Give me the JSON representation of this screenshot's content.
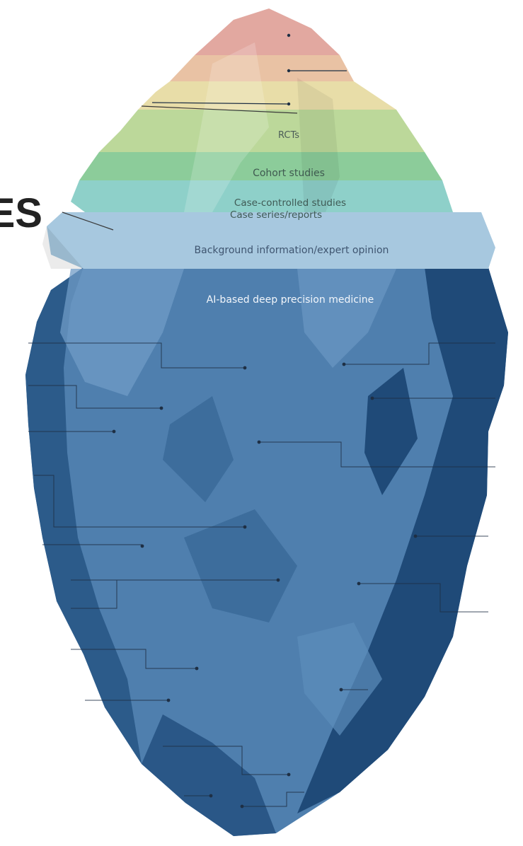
{
  "partial_heading": "ES",
  "tip_layers": {
    "colors": [
      "#e2a8a0",
      "#e9c2a4",
      "#e8dda8",
      "#d6e0a4",
      "#bcd89a",
      "#8ccc9a",
      "#8ed0c9",
      "#a7c8df"
    ]
  },
  "labels": {
    "rcts": "RCTs",
    "cohort": "Cohort studies",
    "case_controlled": "Case-controlled studies",
    "case_series": "Case series/reports",
    "background": "Background information/expert opinion",
    "ai": "AI-based deep precision medicine"
  },
  "colors": {
    "underwater_base": "#4f7fae",
    "underwater_dark": "#2f5f8f",
    "underwater_deep": "#1f4a78",
    "underwater_light": "#6f9bc6",
    "leader_line": "#1e2f44",
    "label_text_light": "#f2f6fb",
    "label_text_dark": "#4d5d58"
  }
}
